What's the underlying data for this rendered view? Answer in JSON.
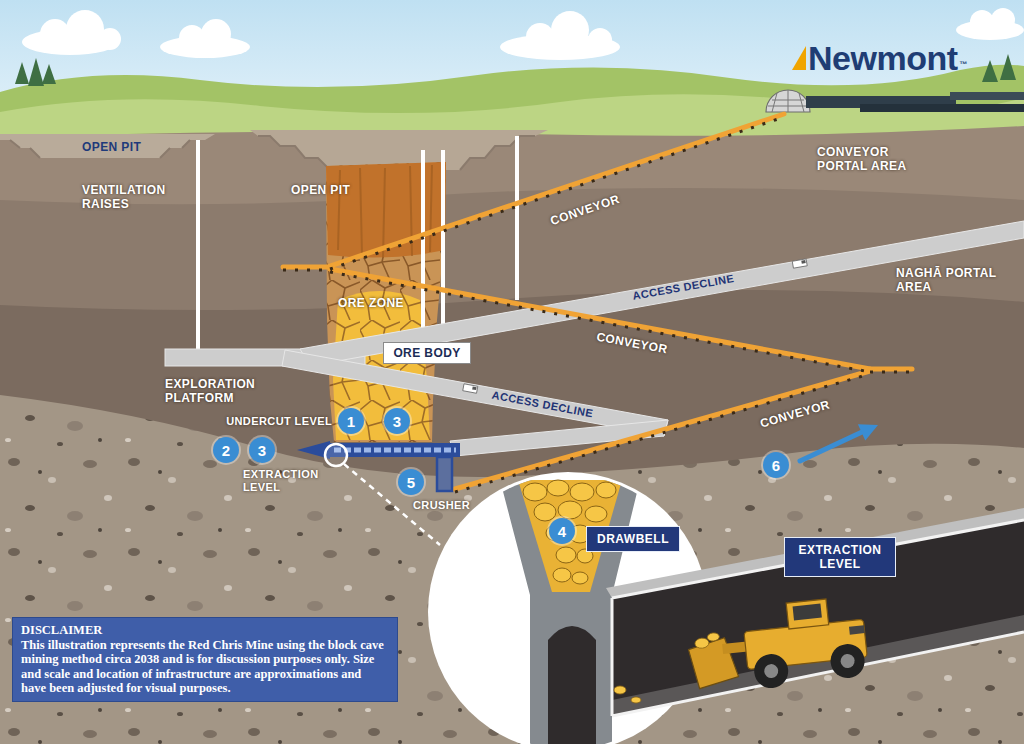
{
  "diagram": {
    "nodes": [
      {
        "text": [
          "ORE BODY"
        ]
      },
      {
        "text": [
          "1"
        ]
      },
      {
        "text": [
          "3"
        ]
      },
      {
        "text": [
          "2"
        ]
      },
      {
        "text": [
          "3"
        ]
      },
      {
        "text": [
          "6"
        ]
      },
      {
        "text": [
          "5"
        ]
      },
      {
        "text": [
          "4"
        ]
      },
      {
        "text": [
          "DRAWBELL"
        ]
      },
      {
        "text": [
          "EXTRACTION LEVEL"
        ]
      },
      {
        "text": [
          "DISCLAIMER",
          "This illustration represents the Red Chris Mine using the block cave mining method circa 2038 and is for discussion purposes only. Size and scale and location of infrastructure are approximations and have been adjusted for visual purposes."
        ]
      }
    ],
    "labels": [
      "Newmont",
      "™",
      "OPEN PIT",
      "VENTILATION RAISES",
      "OPEN PIT",
      "CONVEYOR PORTAL AREA",
      "CONVEYOR",
      "ACCESS DECLINE",
      "NAGHĀ PORTAL AREA",
      "ORE ZONE",
      "CONVEYOR",
      "EXPLORATION PLATFORM",
      "ACCESS DECLINE",
      "CONVEYOR",
      "UNDERCUT LEVEL",
      "EXTRACTION LEVEL",
      "CRUSHER"
    ]
  }
}
